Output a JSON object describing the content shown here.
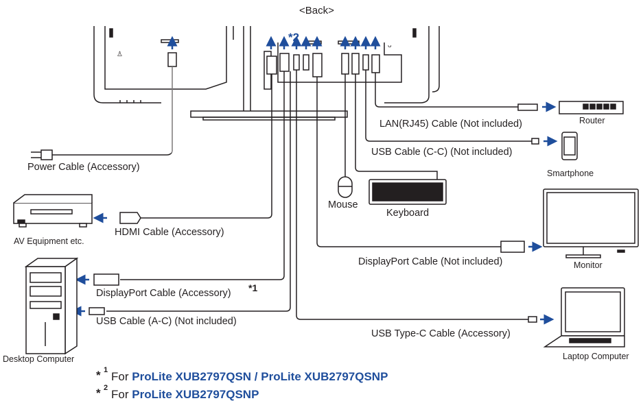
{
  "title": "<Back>",
  "labels": {
    "lan_cable": "LAN(RJ45) Cable (Not included)",
    "router": "Router",
    "usb_cc_cable": "USB Cable (C-C) (Not included)",
    "smartphone": "Smartphone",
    "power_cable": "Power Cable (Accessory)",
    "mouse": "Mouse",
    "keyboard": "Keyboard",
    "hdmi_cable": "HDMI Cable (Accessory)",
    "av_equipment": "AV Equipment etc.",
    "dp_out_cable": "DisplayPort Cable (Not included)",
    "monitor": "Monitor",
    "dp_in_cable": "DisplayPort Cable (Accessory)",
    "usb_ac_cable": "USB Cable (A-C) (Not included)",
    "usb_typec_cable": "USB Type-C Cable (Accessory)",
    "desktop": "Desktop Computer",
    "laptop": "Laptop Computer"
  },
  "footnotes": {
    "mark1_star": "*",
    "mark1_num": "1",
    "mark1_prefix": "For ",
    "mark1_models": "ProLite XUB2797QSN / ProLite XUB2797QSNP",
    "mark2_star": "*",
    "mark2_num": "2",
    "mark2_prefix": "For ",
    "mark2_models": "ProLite XUB2797QSNP"
  },
  "colors": {
    "accent": "#1f4e9c",
    "ink": "#231f20"
  }
}
